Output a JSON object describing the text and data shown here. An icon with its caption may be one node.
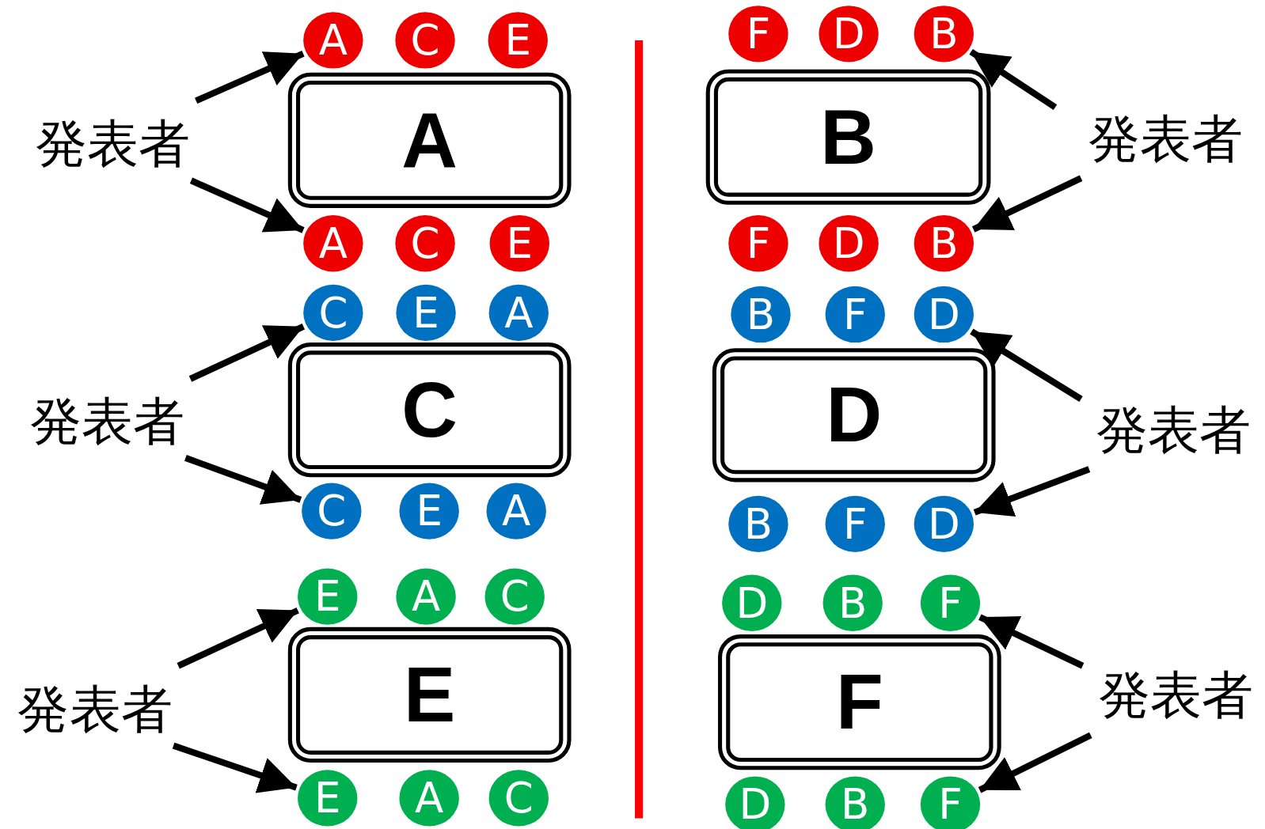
{
  "diagram": {
    "nodes": [
      {
        "text": [
          "発表者"
        ]
      },
      {
        "text": [
          "A"
        ]
      },
      {
        "text": [
          "C"
        ]
      },
      {
        "text": [
          "E"
        ]
      },
      {
        "text": [
          "A"
        ]
      },
      {
        "text": [
          "A"
        ]
      },
      {
        "text": [
          "C"
        ]
      },
      {
        "text": [
          "E"
        ]
      },
      {
        "text": [
          "F"
        ]
      },
      {
        "text": [
          "D"
        ]
      },
      {
        "text": [
          "B"
        ]
      },
      {
        "text": [
          "B"
        ]
      },
      {
        "text": [
          "F"
        ]
      },
      {
        "text": [
          "D"
        ]
      },
      {
        "text": [
          "B"
        ]
      },
      {
        "text": [
          "発表者"
        ]
      },
      {
        "text": [
          "発表者"
        ]
      },
      {
        "text": [
          "C"
        ]
      },
      {
        "text": [
          "E"
        ]
      },
      {
        "text": [
          "A"
        ]
      },
      {
        "text": [
          "C"
        ]
      },
      {
        "text": [
          "C"
        ]
      },
      {
        "text": [
          "E"
        ]
      },
      {
        "text": [
          "A"
        ]
      },
      {
        "text": [
          "B"
        ]
      },
      {
        "text": [
          "F"
        ]
      },
      {
        "text": [
          "D"
        ]
      },
      {
        "text": [
          "D"
        ]
      },
      {
        "text": [
          "B"
        ]
      },
      {
        "text": [
          "F"
        ]
      },
      {
        "text": [
          "D"
        ]
      },
      {
        "text": [
          "発表者"
        ]
      },
      {
        "text": [
          "発表者"
        ]
      },
      {
        "text": [
          "E"
        ]
      },
      {
        "text": [
          "A"
        ]
      },
      {
        "text": [
          "C"
        ]
      },
      {
        "text": [
          "E"
        ]
      },
      {
        "text": [
          "E"
        ]
      },
      {
        "text": [
          "A"
        ]
      },
      {
        "text": [
          "C"
        ]
      },
      {
        "text": [
          "D"
        ]
      },
      {
        "text": [
          "B"
        ]
      },
      {
        "text": [
          "F"
        ]
      },
      {
        "text": [
          "F"
        ]
      },
      {
        "text": [
          "D"
        ]
      },
      {
        "text": [
          "B"
        ]
      },
      {
        "text": [
          "F"
        ]
      },
      {
        "text": [
          "発表者"
        ]
      }
    ],
    "edges": [
      {
        "from": 0,
        "to": 1,
        "arrow": "to"
      },
      {
        "from": 0,
        "to": 5,
        "arrow": "to"
      },
      {
        "from": 15,
        "to": 10,
        "arrow": "to"
      },
      {
        "from": 15,
        "to": 14,
        "arrow": "to"
      },
      {
        "from": 16,
        "to": 17,
        "arrow": "to"
      },
      {
        "from": 16,
        "to": 21,
        "arrow": "to"
      },
      {
        "from": 31,
        "to": 26,
        "arrow": "to"
      },
      {
        "from": 31,
        "to": 30,
        "arrow": "to"
      },
      {
        "from": 32,
        "to": 33,
        "arrow": "to"
      },
      {
        "from": 32,
        "to": 37,
        "arrow": "to"
      },
      {
        "from": 47,
        "to": 42,
        "arrow": "to"
      },
      {
        "from": 47,
        "to": 46,
        "arrow": "to"
      }
    ]
  }
}
